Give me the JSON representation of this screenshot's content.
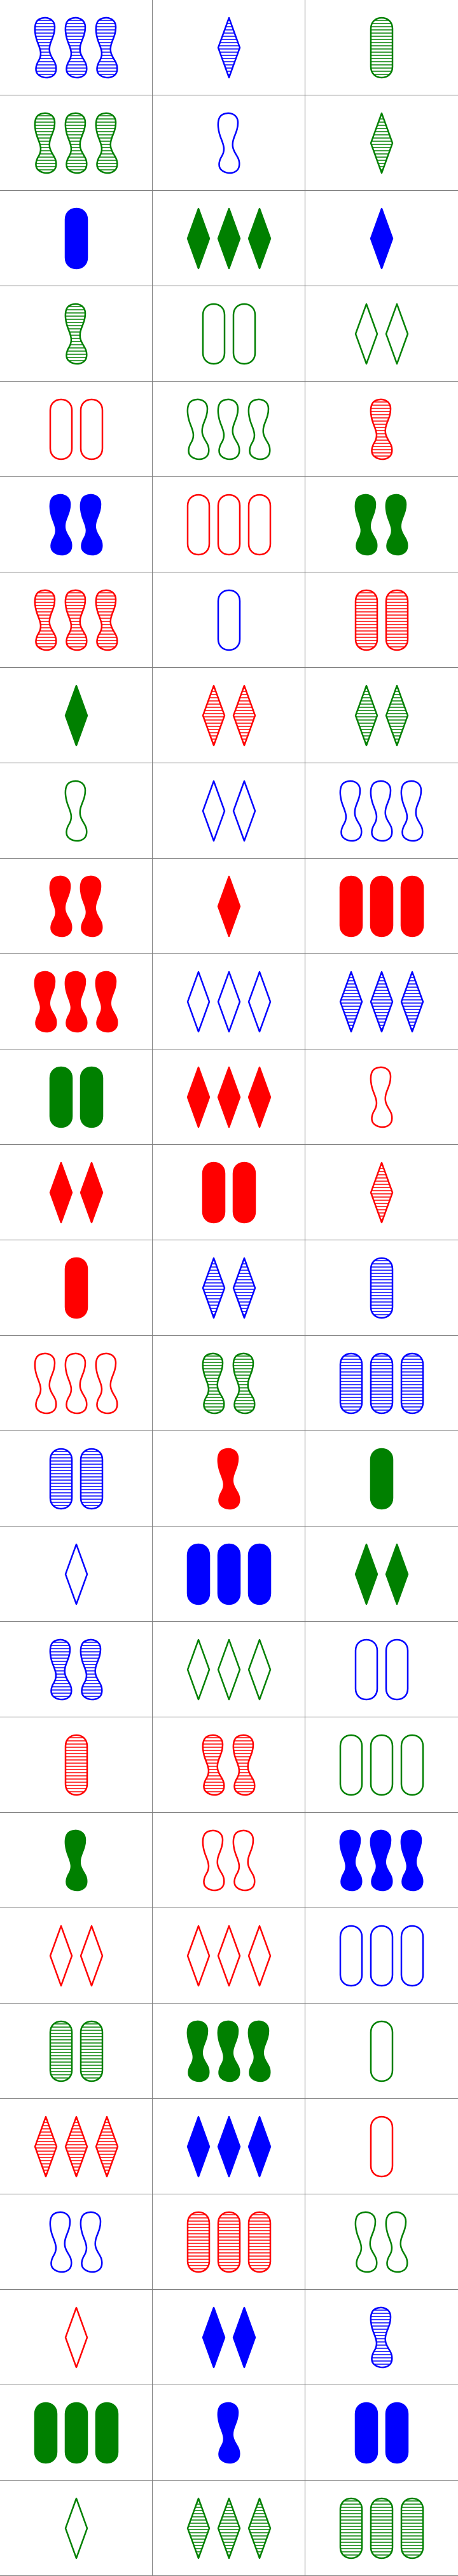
{
  "columns": 3,
  "colors": {
    "red": "#ff0000",
    "green": "#008000",
    "blue": "#0000ff",
    "grid": "#7f7f7f"
  },
  "cards": [
    {
      "count": 3,
      "shape": "squiggle",
      "color": "blue",
      "fill": "striped"
    },
    {
      "count": 1,
      "shape": "diamond",
      "color": "blue",
      "fill": "striped"
    },
    {
      "count": 1,
      "shape": "oval",
      "color": "green",
      "fill": "striped"
    },
    {
      "count": 3,
      "shape": "squiggle",
      "color": "green",
      "fill": "striped"
    },
    {
      "count": 1,
      "shape": "squiggle",
      "color": "blue",
      "fill": "open"
    },
    {
      "count": 1,
      "shape": "diamond",
      "color": "green",
      "fill": "striped"
    },
    {
      "count": 1,
      "shape": "oval",
      "color": "blue",
      "fill": "solid"
    },
    {
      "count": 3,
      "shape": "diamond",
      "color": "green",
      "fill": "solid"
    },
    {
      "count": 1,
      "shape": "diamond",
      "color": "blue",
      "fill": "solid"
    },
    {
      "count": 1,
      "shape": "squiggle",
      "color": "green",
      "fill": "striped"
    },
    {
      "count": 2,
      "shape": "oval",
      "color": "green",
      "fill": "open"
    },
    {
      "count": 2,
      "shape": "diamond",
      "color": "green",
      "fill": "open"
    },
    {
      "count": 2,
      "shape": "oval",
      "color": "red",
      "fill": "open"
    },
    {
      "count": 3,
      "shape": "squiggle",
      "color": "green",
      "fill": "open"
    },
    {
      "count": 1,
      "shape": "squiggle",
      "color": "red",
      "fill": "striped"
    },
    {
      "count": 2,
      "shape": "squiggle",
      "color": "blue",
      "fill": "solid"
    },
    {
      "count": 3,
      "shape": "oval",
      "color": "red",
      "fill": "open"
    },
    {
      "count": 2,
      "shape": "squiggle",
      "color": "green",
      "fill": "solid"
    },
    {
      "count": 3,
      "shape": "squiggle",
      "color": "red",
      "fill": "striped"
    },
    {
      "count": 1,
      "shape": "oval",
      "color": "blue",
      "fill": "open"
    },
    {
      "count": 2,
      "shape": "oval",
      "color": "red",
      "fill": "striped"
    },
    {
      "count": 1,
      "shape": "diamond",
      "color": "green",
      "fill": "solid"
    },
    {
      "count": 2,
      "shape": "diamond",
      "color": "red",
      "fill": "striped"
    },
    {
      "count": 2,
      "shape": "diamond",
      "color": "green",
      "fill": "striped"
    },
    {
      "count": 1,
      "shape": "squiggle",
      "color": "green",
      "fill": "open"
    },
    {
      "count": 2,
      "shape": "diamond",
      "color": "blue",
      "fill": "open"
    },
    {
      "count": 3,
      "shape": "squiggle",
      "color": "blue",
      "fill": "open"
    },
    {
      "count": 2,
      "shape": "squiggle",
      "color": "red",
      "fill": "solid"
    },
    {
      "count": 1,
      "shape": "diamond",
      "color": "red",
      "fill": "solid"
    },
    {
      "count": 3,
      "shape": "oval",
      "color": "red",
      "fill": "solid"
    },
    {
      "count": 3,
      "shape": "squiggle",
      "color": "red",
      "fill": "solid"
    },
    {
      "count": 3,
      "shape": "diamond",
      "color": "blue",
      "fill": "open"
    },
    {
      "count": 3,
      "shape": "diamond",
      "color": "blue",
      "fill": "striped"
    },
    {
      "count": 2,
      "shape": "oval",
      "color": "green",
      "fill": "solid"
    },
    {
      "count": 3,
      "shape": "diamond",
      "color": "red",
      "fill": "solid"
    },
    {
      "count": 1,
      "shape": "squiggle",
      "color": "red",
      "fill": "open"
    },
    {
      "count": 2,
      "shape": "diamond",
      "color": "red",
      "fill": "solid"
    },
    {
      "count": 2,
      "shape": "oval",
      "color": "red",
      "fill": "solid"
    },
    {
      "count": 1,
      "shape": "diamond",
      "color": "red",
      "fill": "striped"
    },
    {
      "count": 1,
      "shape": "oval",
      "color": "red",
      "fill": "solid"
    },
    {
      "count": 2,
      "shape": "diamond",
      "color": "blue",
      "fill": "striped"
    },
    {
      "count": 1,
      "shape": "oval",
      "color": "blue",
      "fill": "striped"
    },
    {
      "count": 3,
      "shape": "squiggle",
      "color": "red",
      "fill": "open"
    },
    {
      "count": 2,
      "shape": "squiggle",
      "color": "green",
      "fill": "striped"
    },
    {
      "count": 3,
      "shape": "oval",
      "color": "blue",
      "fill": "striped"
    },
    {
      "count": 2,
      "shape": "oval",
      "color": "blue",
      "fill": "striped"
    },
    {
      "count": 1,
      "shape": "squiggle",
      "color": "red",
      "fill": "solid"
    },
    {
      "count": 1,
      "shape": "oval",
      "color": "green",
      "fill": "solid"
    },
    {
      "count": 1,
      "shape": "diamond",
      "color": "blue",
      "fill": "open"
    },
    {
      "count": 3,
      "shape": "oval",
      "color": "blue",
      "fill": "solid"
    },
    {
      "count": 2,
      "shape": "diamond",
      "color": "green",
      "fill": "solid"
    },
    {
      "count": 2,
      "shape": "squiggle",
      "color": "blue",
      "fill": "striped"
    },
    {
      "count": 3,
      "shape": "diamond",
      "color": "green",
      "fill": "open"
    },
    {
      "count": 2,
      "shape": "oval",
      "color": "blue",
      "fill": "open"
    },
    {
      "count": 1,
      "shape": "oval",
      "color": "red",
      "fill": "striped"
    },
    {
      "count": 2,
      "shape": "squiggle",
      "color": "red",
      "fill": "striped"
    },
    {
      "count": 3,
      "shape": "oval",
      "color": "green",
      "fill": "open"
    },
    {
      "count": 1,
      "shape": "squiggle",
      "color": "green",
      "fill": "solid"
    },
    {
      "count": 2,
      "shape": "squiggle",
      "color": "red",
      "fill": "open"
    },
    {
      "count": 3,
      "shape": "squiggle",
      "color": "blue",
      "fill": "solid"
    },
    {
      "count": 2,
      "shape": "diamond",
      "color": "red",
      "fill": "open"
    },
    {
      "count": 3,
      "shape": "diamond",
      "color": "red",
      "fill": "open"
    },
    {
      "count": 3,
      "shape": "oval",
      "color": "blue",
      "fill": "open"
    },
    {
      "count": 2,
      "shape": "oval",
      "color": "green",
      "fill": "striped"
    },
    {
      "count": 3,
      "shape": "squiggle",
      "color": "green",
      "fill": "solid"
    },
    {
      "count": 1,
      "shape": "oval",
      "color": "green",
      "fill": "open"
    },
    {
      "count": 3,
      "shape": "diamond",
      "color": "red",
      "fill": "striped"
    },
    {
      "count": 3,
      "shape": "diamond",
      "color": "blue",
      "fill": "solid"
    },
    {
      "count": 1,
      "shape": "oval",
      "color": "red",
      "fill": "open"
    },
    {
      "count": 2,
      "shape": "squiggle",
      "color": "blue",
      "fill": "open"
    },
    {
      "count": 3,
      "shape": "oval",
      "color": "red",
      "fill": "striped"
    },
    {
      "count": 2,
      "shape": "squiggle",
      "color": "green",
      "fill": "open"
    },
    {
      "count": 1,
      "shape": "diamond",
      "color": "red",
      "fill": "open"
    },
    {
      "count": 2,
      "shape": "diamond",
      "color": "blue",
      "fill": "solid"
    },
    {
      "count": 1,
      "shape": "squiggle",
      "color": "blue",
      "fill": "striped"
    },
    {
      "count": 3,
      "shape": "oval",
      "color": "green",
      "fill": "solid"
    },
    {
      "count": 1,
      "shape": "squiggle",
      "color": "blue",
      "fill": "solid"
    },
    {
      "count": 2,
      "shape": "oval",
      "color": "blue",
      "fill": "solid"
    },
    {
      "count": 1,
      "shape": "diamond",
      "color": "green",
      "fill": "open"
    },
    {
      "count": 3,
      "shape": "diamond",
      "color": "green",
      "fill": "striped"
    },
    {
      "count": 3,
      "shape": "oval",
      "color": "green",
      "fill": "striped"
    }
  ]
}
